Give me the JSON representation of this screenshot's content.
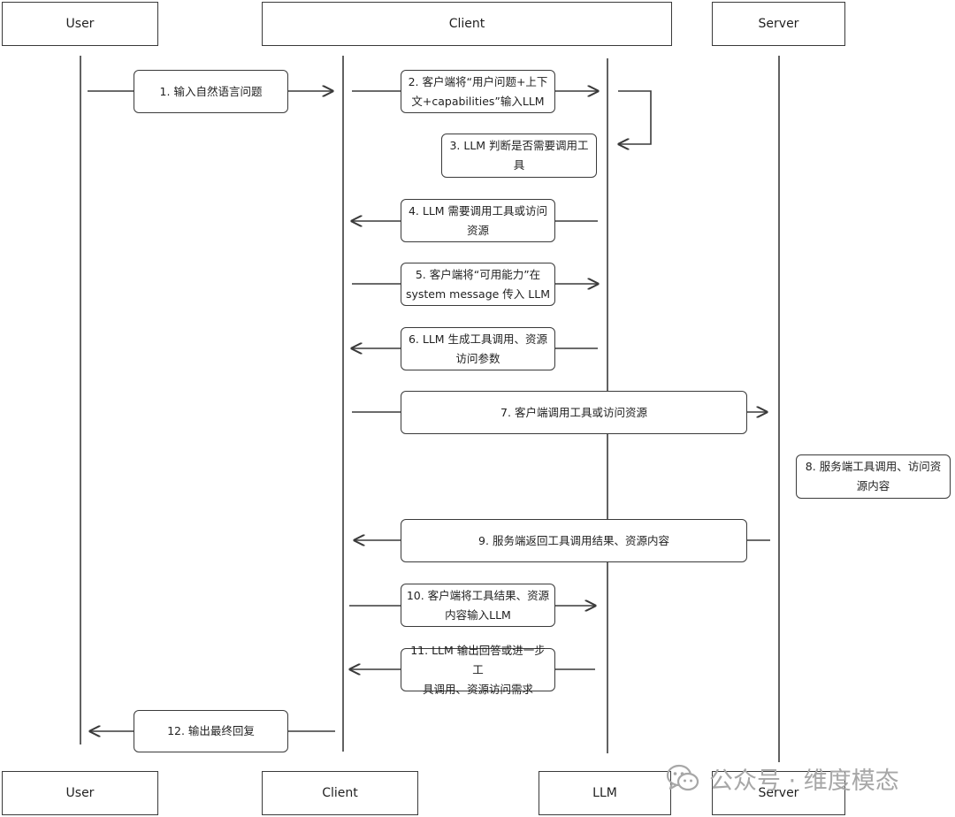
{
  "participants": {
    "top": [
      "User",
      "Client",
      "Server"
    ],
    "bottom": [
      "User",
      "Client",
      "LLM",
      "Server"
    ]
  },
  "steps": [
    "1. 输入自然语言问题",
    "2. 客户端将“用户问题+上下\n文+capabilities”输入LLM",
    "3. LLM 判断是否需要调用工\n具",
    "4. LLM 需要调用工具或访问\n资源",
    "5. 客户端将“可用能力”在\nsystem message 传入 LLM",
    "6. LLM 生成工具调用、资源\n访问参数",
    "7. 客户端调用工具或访问资源",
    "8. 服务端工具调用、访问资\n源内容",
    "9. 服务端返回工具调用结果、资源内容",
    "10. 客户端将工具结果、资源\n内容输入LLM",
    "11. LLM 输出回答或进一步工\n具调用、资源访问需求",
    "12. 输出最终回复"
  ],
  "watermark": {
    "text": "公众号 · 维度模态",
    "icon": "wechat-icon"
  }
}
